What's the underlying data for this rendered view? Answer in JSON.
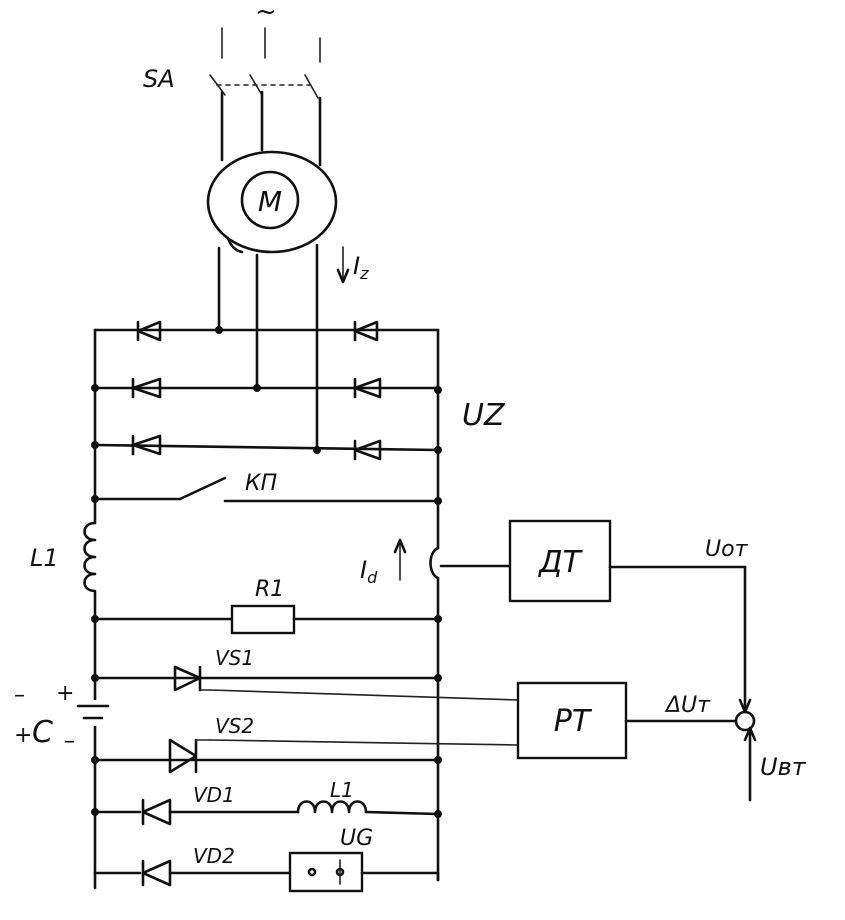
{
  "labels": {
    "ac": "~",
    "switch": "SA",
    "motor": "M",
    "motor_current": "I",
    "motor_current_sub": "z",
    "rectifier": "UZ",
    "contact": "КП",
    "inductor_main": "L1",
    "load_current": "I",
    "load_current_sub": "d",
    "resistor": "R1",
    "current_sensor": "ДТ",
    "feedback_voltage": "Uот",
    "thyristor_1": "VS1",
    "thyristor_2": "VS2",
    "capacitor_plus_top": "+",
    "capacitor_minus_top": "–",
    "capacitor": "C",
    "capacitor_plus_left": "+",
    "capacitor_minus_bottom": "–",
    "regulator": "РТ",
    "error_voltage": "ΔUт",
    "reference_voltage": "Uвт",
    "diode_1": "VD1",
    "inductor_2": "L1",
    "diode_2": "VD2",
    "generator": "UG"
  }
}
